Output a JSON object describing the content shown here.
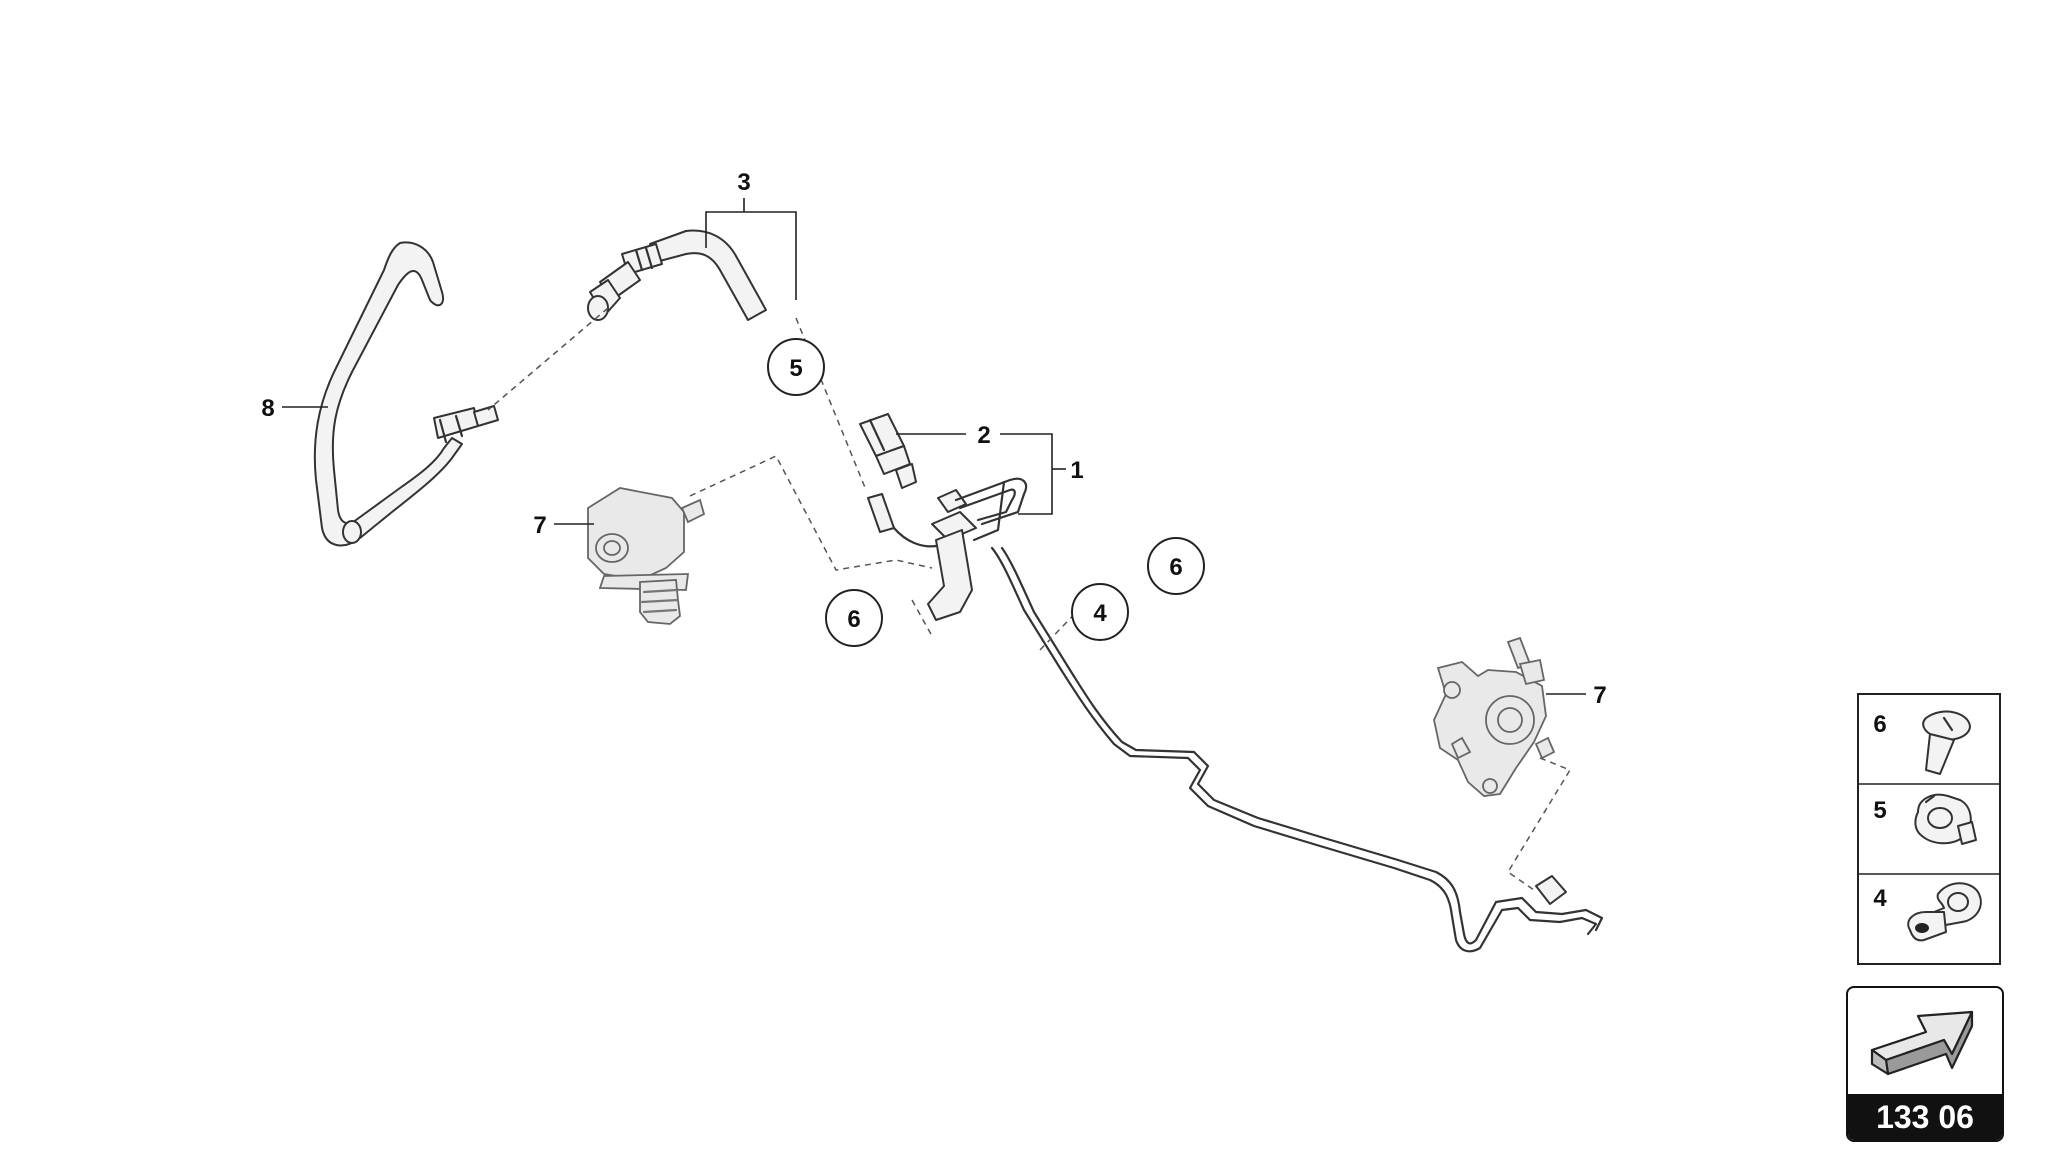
{
  "callouts": {
    "c1": "1",
    "c2": "2",
    "c3": "3",
    "c4": "4",
    "c5": "5",
    "c6a": "6",
    "c6b": "6",
    "c7a": "7",
    "c7b": "7",
    "c8": "8"
  },
  "legend": {
    "items": [
      {
        "number": "6",
        "icon": "bolt-icon"
      },
      {
        "number": "5",
        "icon": "pipe-clip-icon"
      },
      {
        "number": "4",
        "icon": "p-clamp-icon"
      }
    ]
  },
  "navigation": {
    "page_ref": "133 06",
    "icon": "navigation-arrow-icon"
  }
}
